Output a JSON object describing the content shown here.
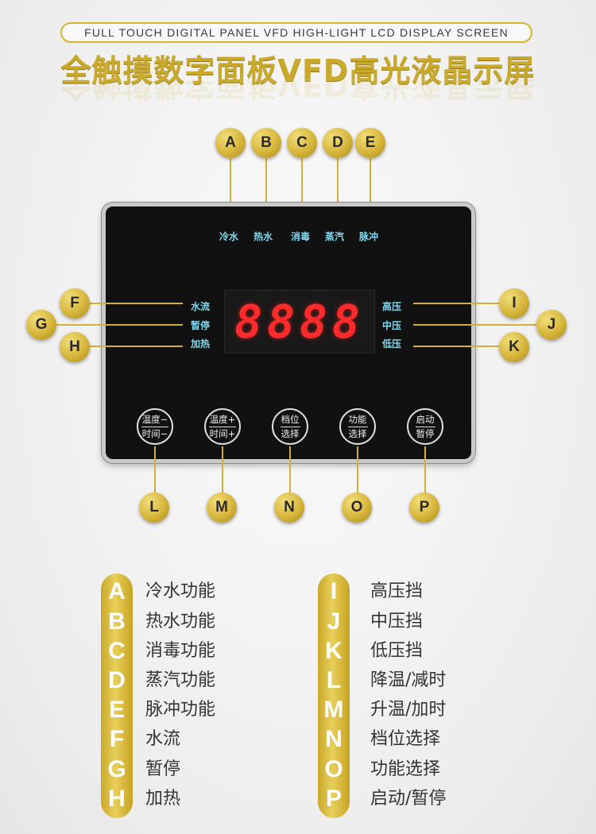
{
  "header": {
    "banner": "FULL TOUCH DIGITAL PANEL VFD HIGH-LIGHT LCD DISPLAY SCREEN",
    "title": "全触摸数字面板VFD高光液晶示屏"
  },
  "callouts": {
    "A": "A",
    "B": "B",
    "C": "C",
    "D": "D",
    "E": "E",
    "F": "F",
    "G": "G",
    "H": "H",
    "I": "I",
    "J": "J",
    "K": "K",
    "L": "L",
    "M": "M",
    "N": "N",
    "O": "O",
    "P": "P"
  },
  "panel": {
    "top_indicators": [
      "冷水",
      "热水",
      "消毒",
      "蒸汽",
      "脉冲"
    ],
    "left_indicators": [
      "水流",
      "暂停",
      "加热"
    ],
    "right_indicators": [
      "高压",
      "中压",
      "低压"
    ],
    "display_value": "8888",
    "buttons": [
      {
        "top": "温度−",
        "bottom": "时间−"
      },
      {
        "top": "温度+",
        "bottom": "时间+"
      },
      {
        "top": "档位",
        "bottom": "选择"
      },
      {
        "top": "功能",
        "bottom": "选择"
      },
      {
        "top": "启动",
        "bottom": "暂停"
      }
    ]
  },
  "legend": {
    "left": [
      {
        "letter": "A",
        "text": "冷水功能"
      },
      {
        "letter": "B",
        "text": "热水功能"
      },
      {
        "letter": "C",
        "text": "消毒功能"
      },
      {
        "letter": "D",
        "text": "蒸汽功能"
      },
      {
        "letter": "E",
        "text": "脉冲功能"
      },
      {
        "letter": "F",
        "text": "水流"
      },
      {
        "letter": "G",
        "text": "暂停"
      },
      {
        "letter": "H",
        "text": "加热"
      }
    ],
    "right": [
      {
        "letter": "I",
        "text": "高压挡"
      },
      {
        "letter": "J",
        "text": "中压挡"
      },
      {
        "letter": "K",
        "text": "低压挡"
      },
      {
        "letter": "L",
        "text": "降温/减时"
      },
      {
        "letter": "M",
        "text": "升温/加时"
      },
      {
        "letter": "N",
        "text": "档位选择"
      },
      {
        "letter": "O",
        "text": "功能选择"
      },
      {
        "letter": "P",
        "text": "启动/暂停"
      }
    ]
  },
  "colors": {
    "gold": "#d2b038",
    "display_red": "#ff2a2a",
    "indicator_cyan": "#7fd9ee",
    "panel_black": "#111111"
  }
}
